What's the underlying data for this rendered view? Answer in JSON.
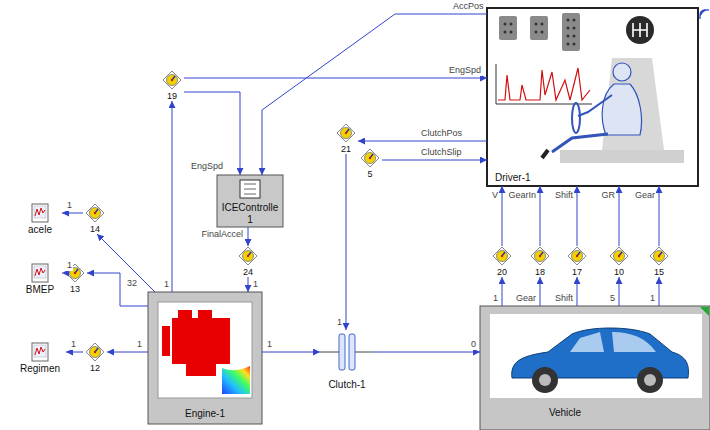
{
  "diagram": {
    "nodes": [
      {
        "text": [
          "Driver-1"
        ]
      },
      {
        "text": [
          "ICEControlle",
          "1"
        ]
      },
      {
        "text": [
          "Engine-1"
        ]
      },
      {
        "text": [
          "Clutch-1"
        ]
      },
      {
        "text": [
          "Vehicle"
        ]
      },
      {
        "text": [
          "acele"
        ]
      },
      {
        "text": [
          "BMEP"
        ]
      },
      {
        "text": [
          "Regimen"
        ]
      },
      {
        "text": [
          "19"
        ]
      },
      {
        "text": [
          "14"
        ]
      },
      {
        "text": [
          "13"
        ]
      },
      {
        "text": [
          "12"
        ]
      },
      {
        "text": [
          "21"
        ]
      },
      {
        "text": [
          "5"
        ]
      },
      {
        "text": [
          "24"
        ]
      },
      {
        "text": [
          "20"
        ]
      },
      {
        "text": [
          "18"
        ]
      },
      {
        "text": [
          "17"
        ]
      },
      {
        "text": [
          "10"
        ]
      },
      {
        "text": [
          "15"
        ]
      }
    ],
    "edges": [
      {
        "from": 2,
        "to": 8,
        "arrow": "to",
        "label": "1"
      },
      {
        "from": 8,
        "to": 0,
        "arrow": "to",
        "label": "EngSpd"
      },
      {
        "from": 8,
        "to": 1,
        "arrow": "to",
        "label": "EngSpd"
      },
      {
        "from": 0,
        "to": 1,
        "arrow": "to",
        "label": "AccPos"
      },
      {
        "from": 1,
        "to": 14,
        "arrow": "to",
        "label": "FinalAccel"
      },
      {
        "from": 14,
        "to": 2,
        "arrow": "to",
        "label": "1"
      },
      {
        "from": 2,
        "to": 9,
        "arrow": "to",
        "label": "32"
      },
      {
        "from": 9,
        "to": 5,
        "arrow": "to",
        "label": "1"
      },
      {
        "from": 2,
        "to": 10,
        "arrow": "to"
      },
      {
        "from": 10,
        "to": 6,
        "arrow": "to",
        "label": "1"
      },
      {
        "from": 2,
        "to": 11,
        "arrow": "to",
        "label": "1"
      },
      {
        "from": 11,
        "to": 7,
        "arrow": "to",
        "label": "1"
      },
      {
        "from": 0,
        "to": 12,
        "arrow": "to",
        "label": "ClutchPos"
      },
      {
        "from": 12,
        "to": 3,
        "arrow": "to",
        "label": "1"
      },
      {
        "from": 13,
        "to": 0,
        "arrow": "to",
        "label": "ClutchSlip"
      },
      {
        "from": 2,
        "to": 3,
        "arrow": "to",
        "label": "1"
      },
      {
        "from": 3,
        "to": 4,
        "arrow": "to",
        "label": "0"
      },
      {
        "from": 4,
        "to": 15,
        "arrow": "to",
        "label": "1"
      },
      {
        "from": 4,
        "to": 16,
        "arrow": "to",
        "label": "Gear"
      },
      {
        "from": 4,
        "to": 17,
        "arrow": "to",
        "label": "Shift"
      },
      {
        "from": 4,
        "to": 18,
        "arrow": "to",
        "label": "5"
      },
      {
        "from": 4,
        "to": 19,
        "arrow": "to",
        "label": "1"
      },
      {
        "from": 15,
        "to": 0,
        "arrow": "to",
        "label": "V"
      },
      {
        "from": 16,
        "to": 0,
        "arrow": "to",
        "label": "GearIn"
      },
      {
        "from": 17,
        "to": 0,
        "arrow": "to",
        "label": "Shift"
      },
      {
        "from": 18,
        "to": 0,
        "arrow": "to",
        "label": "GR"
      },
      {
        "from": 19,
        "to": 0,
        "arrow": "to",
        "label": "Gear"
      }
    ]
  }
}
